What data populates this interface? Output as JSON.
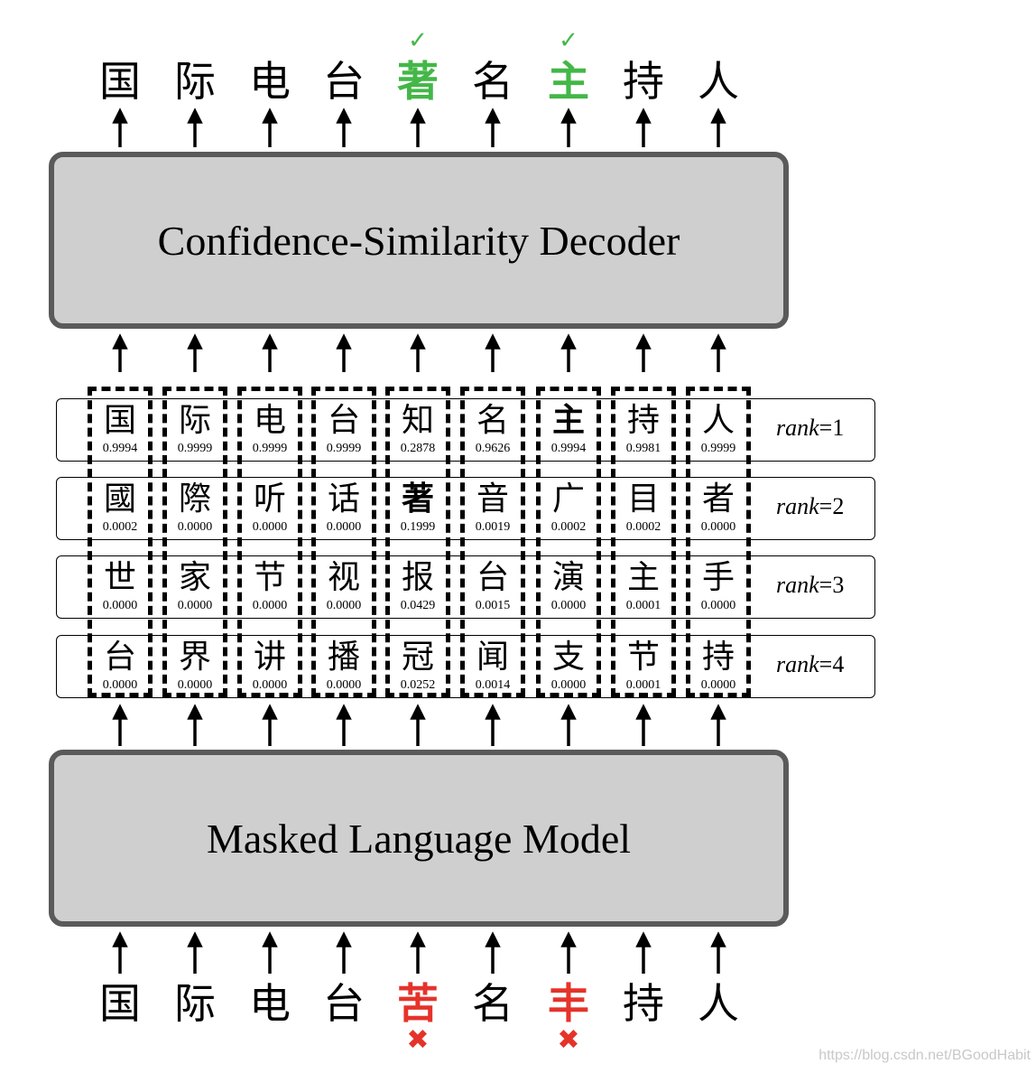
{
  "output_tokens": [
    {
      "char": "国",
      "status": "normal"
    },
    {
      "char": "际",
      "status": "normal"
    },
    {
      "char": "电",
      "status": "normal"
    },
    {
      "char": "台",
      "status": "normal"
    },
    {
      "char": "著",
      "status": "corrected"
    },
    {
      "char": "名",
      "status": "normal"
    },
    {
      "char": "主",
      "status": "corrected"
    },
    {
      "char": "持",
      "status": "normal"
    },
    {
      "char": "人",
      "status": "normal"
    }
  ],
  "input_tokens": [
    {
      "char": "国",
      "status": "normal"
    },
    {
      "char": "际",
      "status": "normal"
    },
    {
      "char": "电",
      "status": "normal"
    },
    {
      "char": "台",
      "status": "normal"
    },
    {
      "char": "苦",
      "status": "error"
    },
    {
      "char": "名",
      "status": "normal"
    },
    {
      "char": "丰",
      "status": "error"
    },
    {
      "char": "持",
      "status": "normal"
    },
    {
      "char": "人",
      "status": "normal"
    }
  ],
  "check_symbol": "✓",
  "cross_symbol": "✖",
  "decoder_label": "Confidence-Similarity Decoder",
  "mlm_label": "Masked Language Model",
  "rank_rows": [
    {
      "label_var": "rank",
      "label_eq": "=1",
      "candidates": [
        {
          "char": "国",
          "p": "0.9994"
        },
        {
          "char": "际",
          "p": "0.9999"
        },
        {
          "char": "电",
          "p": "0.9999"
        },
        {
          "char": "台",
          "p": "0.9999"
        },
        {
          "char": "知",
          "p": "0.2878"
        },
        {
          "char": "名",
          "p": "0.9626"
        },
        {
          "char": "主",
          "p": "0.9994",
          "bold": true
        },
        {
          "char": "持",
          "p": "0.9981"
        },
        {
          "char": "人",
          "p": "0.9999"
        }
      ]
    },
    {
      "label_var": "rank",
      "label_eq": "=2",
      "candidates": [
        {
          "char": "國",
          "p": "0.0002"
        },
        {
          "char": "際",
          "p": "0.0000"
        },
        {
          "char": "听",
          "p": "0.0000"
        },
        {
          "char": "话",
          "p": "0.0000"
        },
        {
          "char": "著",
          "p": "0.1999",
          "bold": true
        },
        {
          "char": "音",
          "p": "0.0019"
        },
        {
          "char": "广",
          "p": "0.0002"
        },
        {
          "char": "目",
          "p": "0.0002"
        },
        {
          "char": "者",
          "p": "0.0000"
        }
      ]
    },
    {
      "label_var": "rank",
      "label_eq": "=3",
      "candidates": [
        {
          "char": "世",
          "p": "0.0000"
        },
        {
          "char": "家",
          "p": "0.0000"
        },
        {
          "char": "节",
          "p": "0.0000"
        },
        {
          "char": "视",
          "p": "0.0000"
        },
        {
          "char": "报",
          "p": "0.0429"
        },
        {
          "char": "台",
          "p": "0.0015"
        },
        {
          "char": "演",
          "p": "0.0000"
        },
        {
          "char": "主",
          "p": "0.0001"
        },
        {
          "char": "手",
          "p": "0.0000"
        }
      ]
    },
    {
      "label_var": "rank",
      "label_eq": "=4",
      "candidates": [
        {
          "char": "台",
          "p": "0.0000"
        },
        {
          "char": "界",
          "p": "0.0000"
        },
        {
          "char": "讲",
          "p": "0.0000"
        },
        {
          "char": "播",
          "p": "0.0000"
        },
        {
          "char": "冠",
          "p": "0.0252"
        },
        {
          "char": "闻",
          "p": "0.0014"
        },
        {
          "char": "支",
          "p": "0.0000"
        },
        {
          "char": "节",
          "p": "0.0001"
        },
        {
          "char": "持",
          "p": "0.0000"
        }
      ]
    }
  ],
  "watermark": "https://blog.csdn.net/BGoodHabit",
  "colors": {
    "correct": "#43b747",
    "error": "#e5332a",
    "box_fill": "#cfcfcf",
    "box_border": "#5a5a5a"
  }
}
